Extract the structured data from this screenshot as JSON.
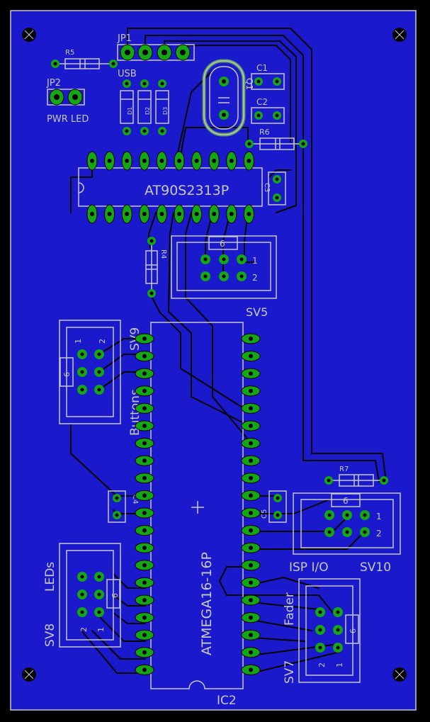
{
  "board": {
    "background": "#1a1acc",
    "pad_color": "#15a615",
    "silk_color": "#c8c8c8"
  },
  "components": {
    "jp1": "JP1",
    "jp2": "JP2",
    "r5": "R5",
    "usb": "USB",
    "pwr_led": "PWR LED",
    "q1": "Q1",
    "c1": "C1",
    "c2": "C2",
    "r6": "R6",
    "ic1": "AT90S2313P",
    "c3": "C3",
    "r4": "R4",
    "sv5": "SV5",
    "sv9": "SV9",
    "buttons": "Buttons",
    "c4": "C4",
    "c5": "C5",
    "ic2_name": "ATMEGA16-16P",
    "ic2": "IC2",
    "r7": "R7",
    "isp": "ISP I/O",
    "sv10": "SV10",
    "leds": "LEDs",
    "sv8": "SV8",
    "fader": "Fader",
    "sv7": "SV7",
    "d1": "D1",
    "d2": "D2",
    "d3": "D3",
    "pin1": "1",
    "pin2": "2",
    "pin6": "6"
  }
}
